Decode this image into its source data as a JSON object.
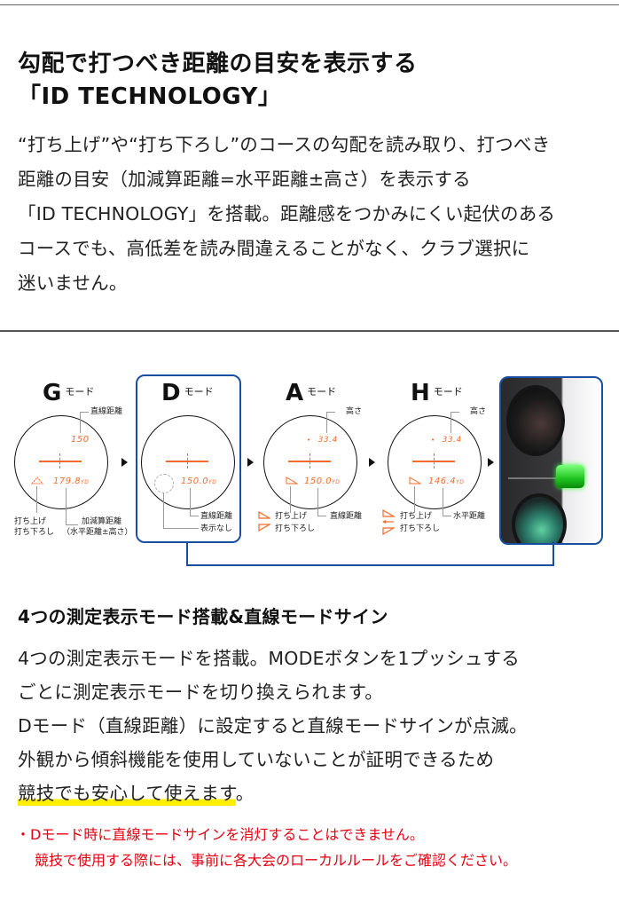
{
  "section1": {
    "title_line1": "勾配で打つべき距離の目安を表示する",
    "title_line2": "「ID TECHNOLOGY」",
    "lead_lines": [
      "“打ち上げ”や“打ち下ろし”のコースの勾配を読み取り、打つべき",
      "距離の目安（加減算距離=水平距離±高さ）を表示する",
      "「ID TECHNOLOGY」を搭載。距離感をつかみにくい起伏のある",
      "コースでも、高低差を読み間違えることがなく、クラブ選択に",
      "迷いません。"
    ]
  },
  "diagram": {
    "mode_suffix": "モード",
    "modes": [
      {
        "letter": "G",
        "top_value": "150",
        "bottom_value": "179.8",
        "unit": "YD",
        "label_top": "直線距離",
        "label_bottom_right_1": "加減算距離",
        "label_bottom_right_2": "（水平距離±高さ）",
        "label_bottom_left_1": "打ち上げ",
        "label_bottom_left_2": "打ち下ろし"
      },
      {
        "letter": "D",
        "bottom_value": "150.0",
        "unit": "YD",
        "label_right": "直線距離",
        "label_left": "表示なし",
        "highlighted": true
      },
      {
        "letter": "A",
        "top_value": "33.4",
        "bottom_value": "150.0",
        "unit": "YD",
        "label_top": "高さ",
        "label_right": "直線距離",
        "label_left_1": "打ち上げ",
        "label_left_2": "打ち下ろし"
      },
      {
        "letter": "H",
        "top_value": "33.4",
        "bottom_value": "146.4",
        "unit": "YD",
        "label_top": "高さ",
        "label_right": "水平距離",
        "label_left_1": "打ち上げ",
        "label_left_2": "打ち下ろし"
      }
    ],
    "device_image": "rangefinder-with-green-line-mode-sign",
    "colors": {
      "accent_orange": "#f26b2a",
      "frame_blue": "#1a4fa0",
      "sign_green": "#1fc41f"
    }
  },
  "section2": {
    "title": "4つの測定表示モード搭載&直線モードサイン",
    "body_lines": [
      "4つの測定表示モードを搭載。MODEボタンを1プッシュする",
      "ごとに測定表示モードを切り換えられます。",
      "Dモード（直線距離）に設定すると直線モードサインが点滅。",
      "外観から傾斜機能を使用していないことが証明できるため"
    ],
    "highlight_line": "競技でも安心して使えます",
    "highlight_tail": "。",
    "note_line1": "・Dモード時に直線モードサインを消灯することはできません。",
    "note_line2": "競技で使用する際には、事前に各大会のローカルルールをご確認ください。",
    "highlight_color": "#ffee00",
    "note_color": "#e50012"
  }
}
